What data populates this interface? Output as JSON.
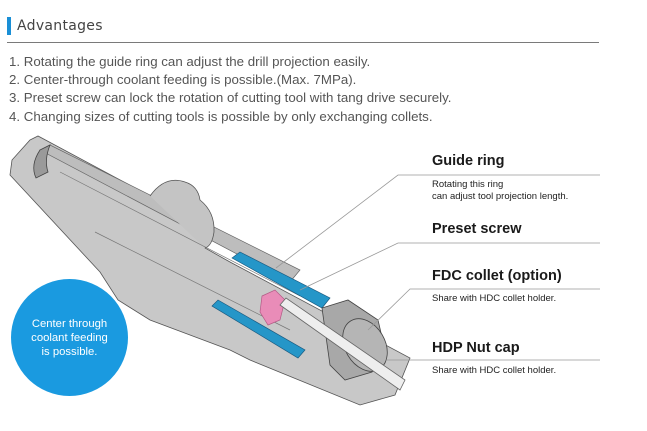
{
  "section": {
    "title": "Advantages",
    "accent_color": "#1a8fd6"
  },
  "advantages": [
    "1. Rotating the guide ring can adjust the drill projection easily.",
    "2. Center-through coolant feeding is possible.(Max. 7MPa).",
    "3. Preset screw can lock the rotation of cutting tool with tang drive securely.",
    "4. Changing sizes of cutting tools is possible by only exchanging collets."
  ],
  "callouts": [
    {
      "title": "Guide ring",
      "desc_lines": [
        "Rotating this ring",
        "can adjust tool projection length."
      ]
    },
    {
      "title": "Preset screw",
      "desc_lines": []
    },
    {
      "title": "FDC collet (option)",
      "desc_lines": [
        "Share with HDC collet holder."
      ]
    },
    {
      "title": "HDP Nut cap",
      "desc_lines": [
        "Share with HDC collet holder."
      ]
    }
  ],
  "bubble": {
    "lines": [
      "Center through",
      "coolant feeding",
      "is possible."
    ],
    "color": "#1a9ae0"
  },
  "drawing": {
    "body_color": "#c8c8c8",
    "guide_ring_color": "#2596c8",
    "screw_color": "#e98cb8"
  }
}
